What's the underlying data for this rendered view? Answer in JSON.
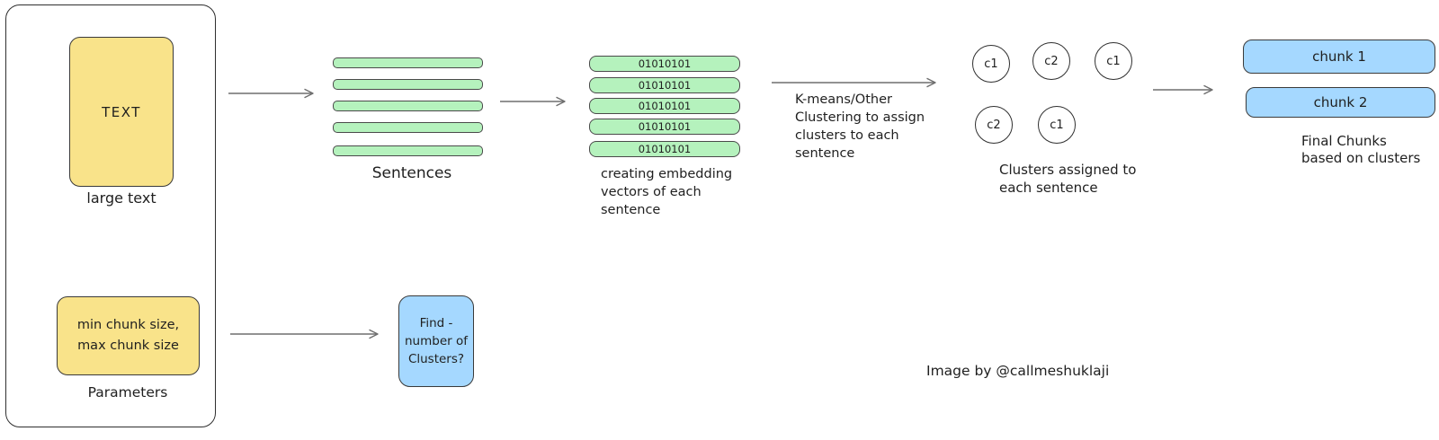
{
  "diagram": {
    "source": {
      "text_box_label": "TEXT",
      "text_box_caption": "large text",
      "params_line1": "min chunk size,",
      "params_line2": "max chunk size",
      "params_caption": "Parameters"
    },
    "sentences": {
      "caption": "Sentences"
    },
    "embeddings": {
      "bars": [
        "01010101",
        "01010101",
        "01010101",
        "01010101",
        "01010101"
      ],
      "caption_lines": [
        "creating embedding",
        "vectors of each",
        "sentence"
      ]
    },
    "clustering": {
      "label_lines": [
        "K-means/Other",
        "Clustering to assign",
        "clusters to each",
        "sentence"
      ]
    },
    "clusters": {
      "circles": [
        "c1",
        "c2",
        "c1",
        "c2",
        "c1"
      ],
      "caption_lines": [
        "Clusters assigned to",
        "each sentence"
      ]
    },
    "chunks": {
      "items": [
        "chunk 1",
        "chunk 2"
      ],
      "caption_lines": [
        "Final Chunks",
        "based on clusters"
      ]
    },
    "find_box": {
      "lines": [
        "Find -",
        "number of",
        "Clusters?"
      ]
    },
    "credit": "Image by @callmeshuklaji"
  },
  "colors": {
    "background": "#ffffff",
    "yellow_fill": "#f9e38a",
    "green_fill": "#b5f2bd",
    "blue_fill": "#a5d8ff",
    "shape_stroke": "#3a3a3a",
    "arrow_stroke": "#6e6e6e",
    "text": "#1f1f1f"
  }
}
